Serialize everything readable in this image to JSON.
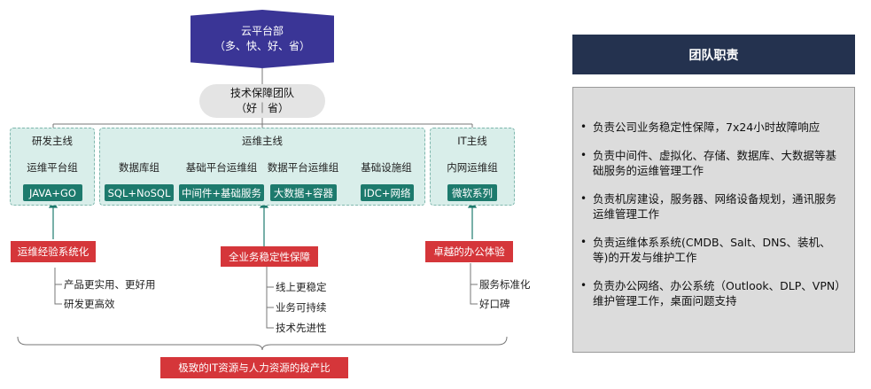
{
  "org": {
    "title": "云平台部",
    "subtitle": "（多、快、好、省）",
    "team": "技术保障团队",
    "team_sub": "（好｜省）"
  },
  "branches": {
    "rd": {
      "title": "研发主线",
      "group": "运维平台组",
      "tag": "JAVA+GO"
    },
    "ops": {
      "title": "运维主线",
      "groups": [
        {
          "name": "数据库组",
          "tag": "SQL+NoSQL"
        },
        {
          "name": "基础平台运维组",
          "tag": "中间件+基础服务"
        },
        {
          "name": "数据平台运维组",
          "tag": "大数据+容器"
        },
        {
          "name": "基础设施组",
          "tag": "IDC+网络"
        }
      ]
    },
    "it": {
      "title": "IT主线",
      "group": "内网运维组",
      "tag": "微软系列"
    }
  },
  "goals": [
    {
      "title": "运维经验系统化",
      "items": [
        "产品更实用、更好用",
        "研发更高效"
      ]
    },
    {
      "title": "全业务稳定性保障",
      "items": [
        "线上更稳定",
        "业务可持续",
        "技术先进性"
      ]
    },
    {
      "title": "卓越的办公体验",
      "items": [
        "服务标准化",
        "好口碑"
      ]
    }
  ],
  "bottom_banner": "极致的IT资源与人力资源的投产比",
  "duties": {
    "title": "团队职责",
    "items": [
      "负责公司业务稳定性保障，7x24小时故障响应",
      "负责中间件、虚拟化、存储、数据库、大数据等基础服务的运维管理工作",
      "负责机房建设，服务器、网络设备规划，通讯服务运维管理工作",
      "负责运维体系系统(CMDB、Salt、DNS、装机、等)的开发与维护工作",
      "负责办公网络、办公系统（Outlook、DLP、VPN）维护管理工作，桌面问题支持"
    ]
  },
  "colors": {
    "top_node": "#3a3596",
    "panel_bg": "#d9eeea",
    "green_tag": "#1d7a6d",
    "red_tag": "#d5363a",
    "duty_header": "#24324f",
    "duty_bg": "#dcdcdc"
  }
}
